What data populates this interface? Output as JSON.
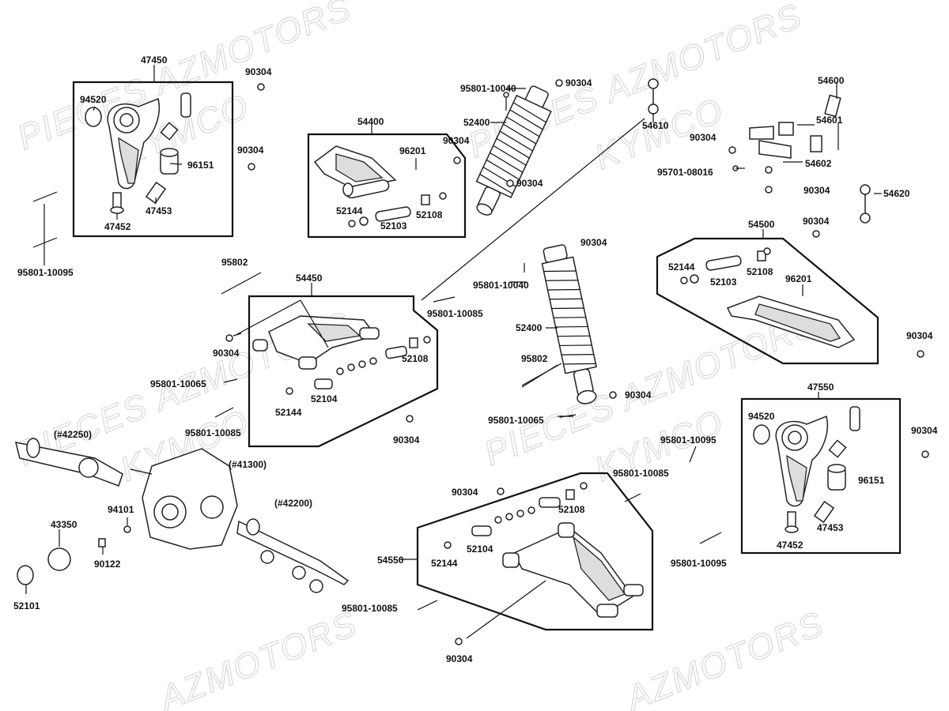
{
  "watermarks": [
    {
      "id": "wm1",
      "text": "PIECES AZMOTORS"
    },
    {
      "id": "wm2",
      "text": "KYMCO"
    },
    {
      "id": "wm3",
      "text": "PIECES AZMOTORS"
    },
    {
      "id": "wm4",
      "text": "KYMCO"
    },
    {
      "id": "wm5",
      "text": "PIECES AZMOTORS"
    },
    {
      "id": "wm6",
      "text": "KYMCO"
    },
    {
      "id": "wm7",
      "text": "PIECES AZMOTORS"
    },
    {
      "id": "wm8",
      "text": "KYMCO"
    },
    {
      "id": "wm9",
      "text": "AZMOTORS"
    },
    {
      "id": "wm10",
      "text": "AZMOTORS"
    }
  ],
  "labels": [
    {
      "id": "l1",
      "text": "47450"
    },
    {
      "id": "l2",
      "text": "90304"
    },
    {
      "id": "l3",
      "text": "94520"
    },
    {
      "id": "l4",
      "text": "90304"
    },
    {
      "id": "l5",
      "text": "96151"
    },
    {
      "id": "l6",
      "text": "47453"
    },
    {
      "id": "l7",
      "text": "47452"
    },
    {
      "id": "l8",
      "text": "95801-10095"
    },
    {
      "id": "l9",
      "text": "95801-10040"
    },
    {
      "id": "l10",
      "text": "90304"
    },
    {
      "id": "l11",
      "text": "52400"
    },
    {
      "id": "l12",
      "text": "90304"
    },
    {
      "id": "l13",
      "text": "90304"
    },
    {
      "id": "l14",
      "text": "54400"
    },
    {
      "id": "l15",
      "text": "96201"
    },
    {
      "id": "l16",
      "text": "52144"
    },
    {
      "id": "l17",
      "text": "52108"
    },
    {
      "id": "l18",
      "text": "52103"
    },
    {
      "id": "l19",
      "text": "54600"
    },
    {
      "id": "l20",
      "text": "54610"
    },
    {
      "id": "l21",
      "text": "54601"
    },
    {
      "id": "l22",
      "text": "90304"
    },
    {
      "id": "l23",
      "text": "54602"
    },
    {
      "id": "l24",
      "text": "95701-08016"
    },
    {
      "id": "l25",
      "text": "90304"
    },
    {
      "id": "l26",
      "text": "54620"
    },
    {
      "id": "l27",
      "text": "90304"
    },
    {
      "id": "l28",
      "text": "95802"
    },
    {
      "id": "l29",
      "text": "54450"
    },
    {
      "id": "l30",
      "text": "90304"
    },
    {
      "id": "l31",
      "text": "95801-10085"
    },
    {
      "id": "l32",
      "text": "52108"
    },
    {
      "id": "l33",
      "text": "95801-10065"
    },
    {
      "id": "l34",
      "text": "52104"
    },
    {
      "id": "l35",
      "text": "52144"
    },
    {
      "id": "l36",
      "text": "95801-10085"
    },
    {
      "id": "l37",
      "text": "90304"
    },
    {
      "id": "l38",
      "text": "90304"
    },
    {
      "id": "l39",
      "text": "95801-10040"
    },
    {
      "id": "l40",
      "text": "52400"
    },
    {
      "id": "l41",
      "text": "95802"
    },
    {
      "id": "l42",
      "text": "90304"
    },
    {
      "id": "l43",
      "text": "95801-10065"
    },
    {
      "id": "l44",
      "text": "54500"
    },
    {
      "id": "l45",
      "text": "52144"
    },
    {
      "id": "l46",
      "text": "52103"
    },
    {
      "id": "l47",
      "text": "52108"
    },
    {
      "id": "l48",
      "text": "96201"
    },
    {
      "id": "l49",
      "text": "90304"
    },
    {
      "id": "l50",
      "text": "47550"
    },
    {
      "id": "l51",
      "text": "94520"
    },
    {
      "id": "l52",
      "text": "96151"
    },
    {
      "id": "l53",
      "text": "47453"
    },
    {
      "id": "l54",
      "text": "47452"
    },
    {
      "id": "l55",
      "text": "90304"
    },
    {
      "id": "l56",
      "text": "95801-10095"
    },
    {
      "id": "l57",
      "text": "95801-10085"
    },
    {
      "id": "l58",
      "text": "95801-10095"
    },
    {
      "id": "l59",
      "text": "(#42250)"
    },
    {
      "id": "l60",
      "text": "(#41300)"
    },
    {
      "id": "l61",
      "text": "(#42200)"
    },
    {
      "id": "l62",
      "text": "94101"
    },
    {
      "id": "l63",
      "text": "43350"
    },
    {
      "id": "l64",
      "text": "90122"
    },
    {
      "id": "l65",
      "text": "52101"
    },
    {
      "id": "l66",
      "text": "90304"
    },
    {
      "id": "l67",
      "text": "52108"
    },
    {
      "id": "l68",
      "text": "54550"
    },
    {
      "id": "l69",
      "text": "52104"
    },
    {
      "id": "l70",
      "text": "52144"
    },
    {
      "id": "l71",
      "text": "95801-10085"
    },
    {
      "id": "l72",
      "text": "90304"
    }
  ]
}
